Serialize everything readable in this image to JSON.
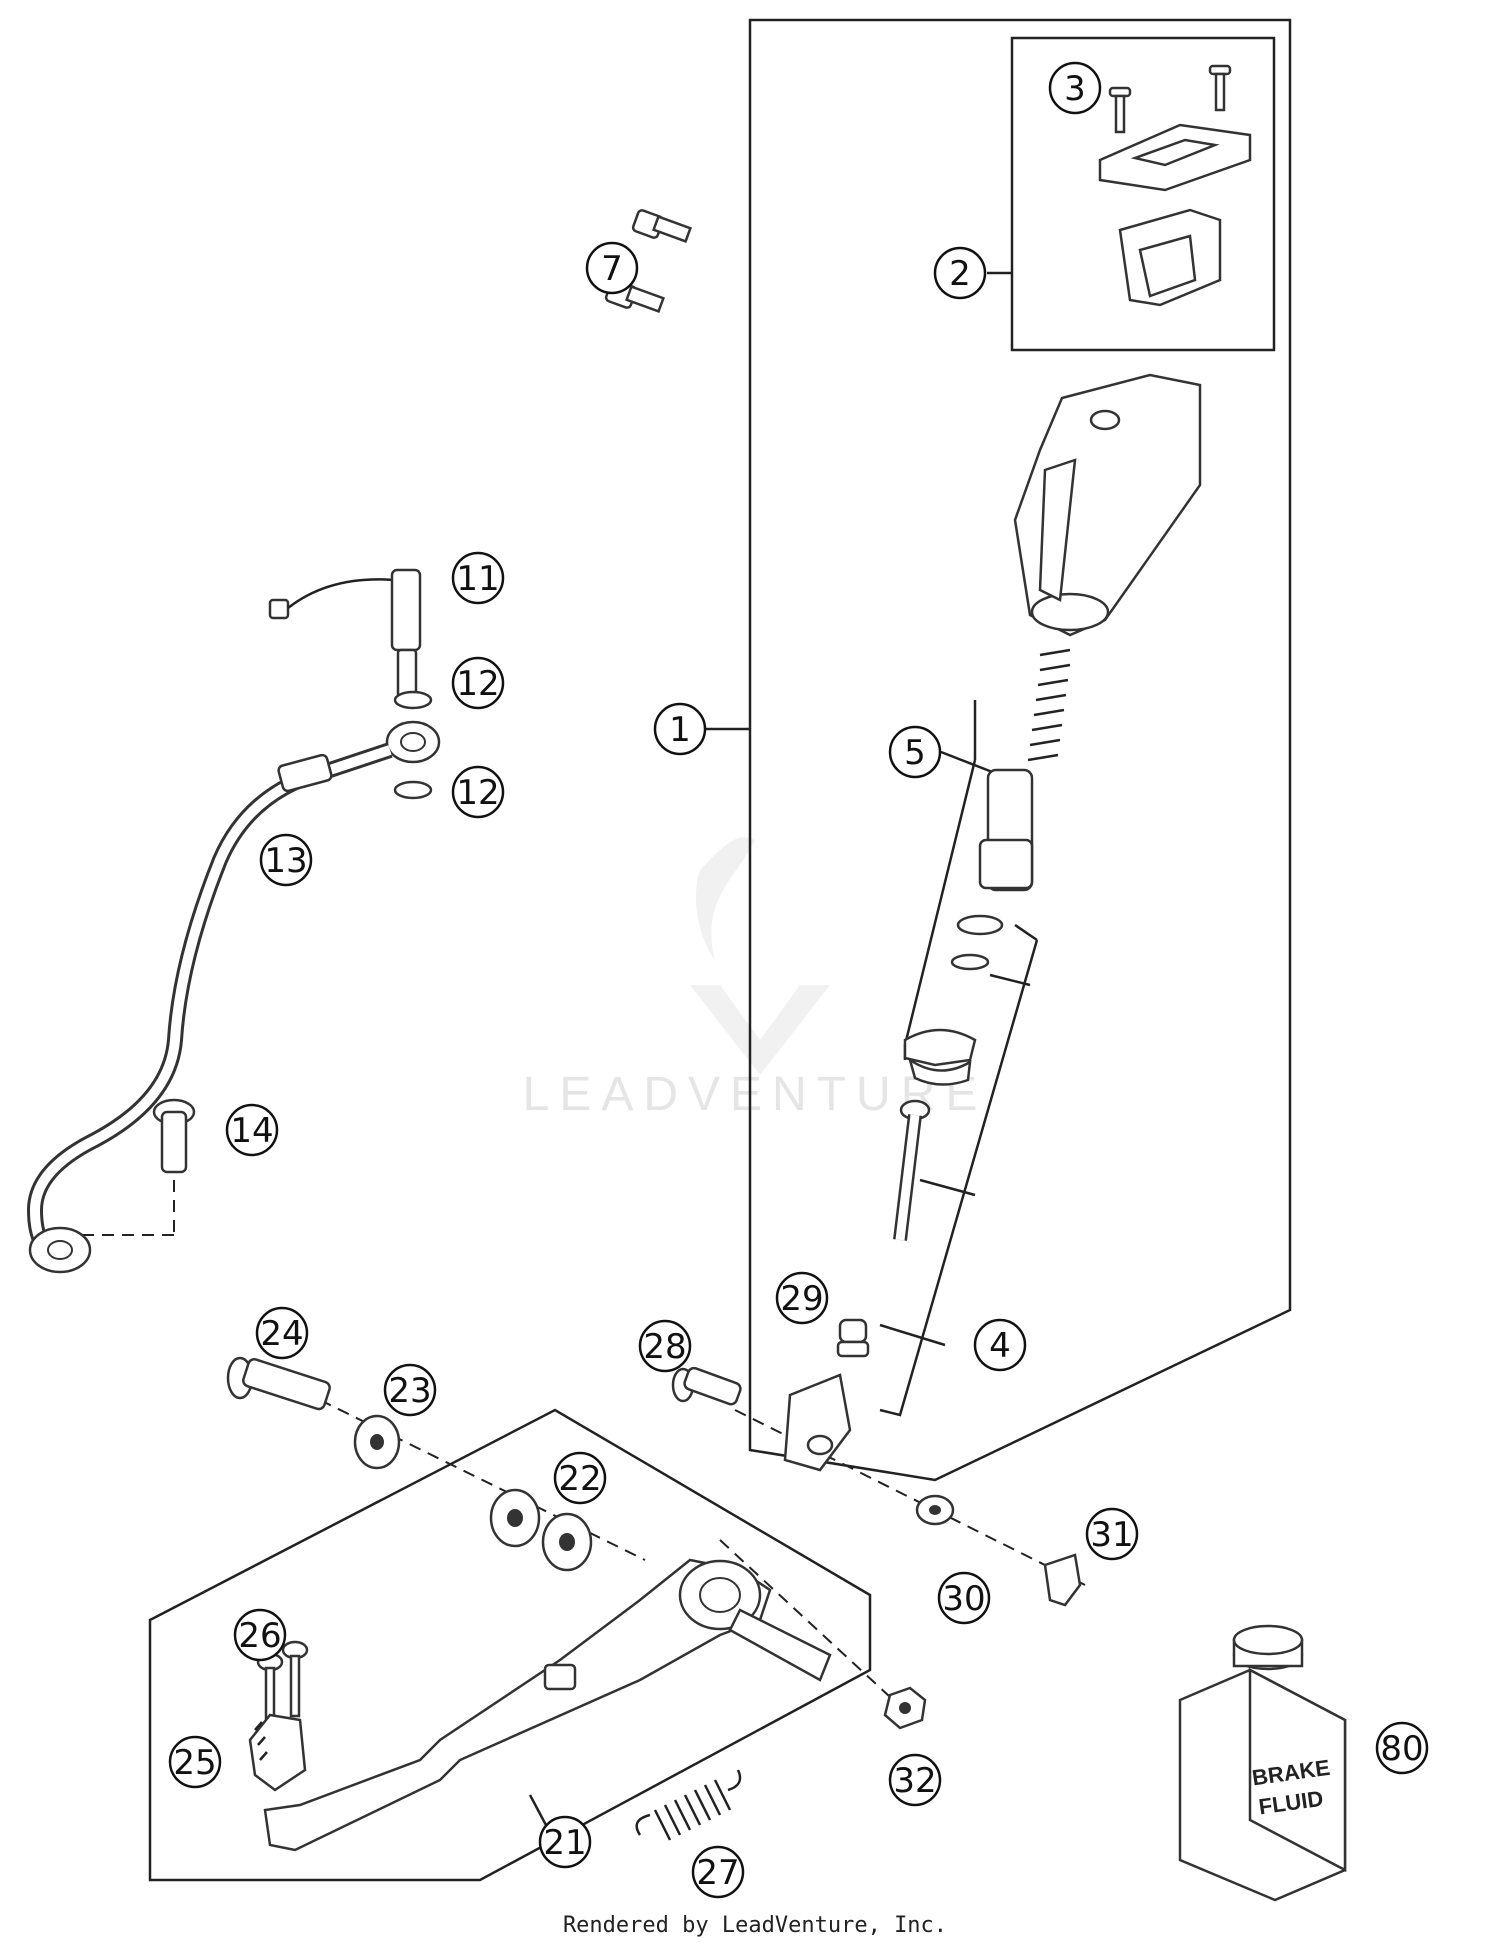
{
  "callouts": [
    {
      "num": "1"
    },
    {
      "num": "2"
    },
    {
      "num": "3"
    },
    {
      "num": "4"
    },
    {
      "num": "5"
    },
    {
      "num": "7"
    },
    {
      "num": "11"
    },
    {
      "num": "12"
    },
    {
      "num": "12"
    },
    {
      "num": "13"
    },
    {
      "num": "14"
    },
    {
      "num": "21"
    },
    {
      "num": "22"
    },
    {
      "num": "23"
    },
    {
      "num": "24"
    },
    {
      "num": "25"
    },
    {
      "num": "26"
    },
    {
      "num": "27"
    },
    {
      "num": "28"
    },
    {
      "num": "29"
    },
    {
      "num": "30"
    },
    {
      "num": "31"
    },
    {
      "num": "32"
    },
    {
      "num": "80"
    }
  ],
  "bottle": {
    "line1": "BRAKE",
    "line2": "FLUID"
  },
  "watermark": "LEADVENTURE",
  "footer": "Rendered by LeadVenture, Inc."
}
